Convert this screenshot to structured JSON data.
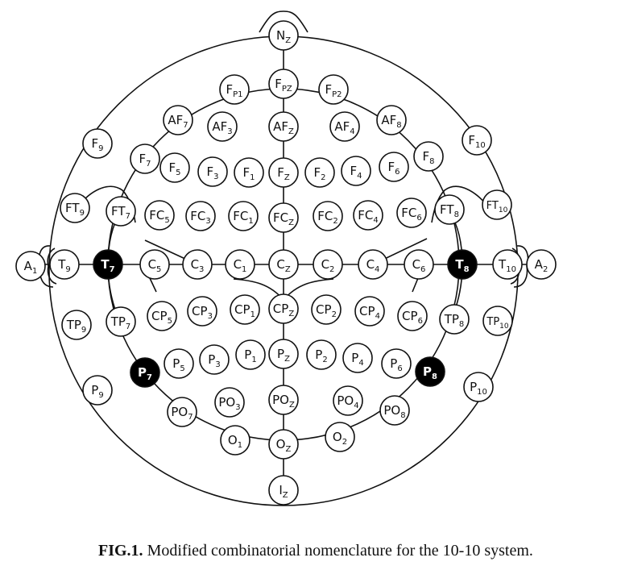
{
  "caption": {
    "fig_label": "FIG.1.",
    "text": "Modified combinatorial nomenclature for the 10-10 system."
  },
  "colors": {
    "highlight_fill": "#000000",
    "line": "#111111",
    "background": "#ffffff"
  },
  "electrodes": [
    {
      "id": "Nz",
      "base": "N",
      "sub": "Z"
    },
    {
      "id": "Fpz",
      "base": "F",
      "sub": "PZ"
    },
    {
      "id": "Fp1",
      "base": "F",
      "sub": "P1"
    },
    {
      "id": "Fp2",
      "base": "F",
      "sub": "P2"
    },
    {
      "id": "AF7",
      "base": "AF",
      "sub": "7"
    },
    {
      "id": "AF3",
      "base": "AF",
      "sub": "3"
    },
    {
      "id": "AFz",
      "base": "AF",
      "sub": "Z"
    },
    {
      "id": "AF4",
      "base": "AF",
      "sub": "4"
    },
    {
      "id": "AF8",
      "base": "AF",
      "sub": "8"
    },
    {
      "id": "F9",
      "base": "F",
      "sub": "9"
    },
    {
      "id": "F10",
      "base": "F",
      "sub": "10"
    },
    {
      "id": "F7",
      "base": "F",
      "sub": "7"
    },
    {
      "id": "F5",
      "base": "F",
      "sub": "5"
    },
    {
      "id": "F3",
      "base": "F",
      "sub": "3"
    },
    {
      "id": "F1",
      "base": "F",
      "sub": "1"
    },
    {
      "id": "Fz",
      "base": "F",
      "sub": "Z"
    },
    {
      "id": "F2",
      "base": "F",
      "sub": "2"
    },
    {
      "id": "F4",
      "base": "F",
      "sub": "4"
    },
    {
      "id": "F6",
      "base": "F",
      "sub": "6"
    },
    {
      "id": "F8",
      "base": "F",
      "sub": "8"
    },
    {
      "id": "FT9",
      "base": "FT",
      "sub": "9"
    },
    {
      "id": "FT7",
      "base": "FT",
      "sub": "7"
    },
    {
      "id": "FC5",
      "base": "FC",
      "sub": "5"
    },
    {
      "id": "FC3",
      "base": "FC",
      "sub": "3"
    },
    {
      "id": "FC1",
      "base": "FC",
      "sub": "1"
    },
    {
      "id": "FCz",
      "base": "FC",
      "sub": "Z"
    },
    {
      "id": "FC2",
      "base": "FC",
      "sub": "2"
    },
    {
      "id": "FC4",
      "base": "FC",
      "sub": "4"
    },
    {
      "id": "FC6",
      "base": "FC",
      "sub": "6"
    },
    {
      "id": "FT8",
      "base": "FT",
      "sub": "8"
    },
    {
      "id": "FT10",
      "base": "FT",
      "sub": "10"
    },
    {
      "id": "A1",
      "base": "A",
      "sub": "1"
    },
    {
      "id": "T9",
      "base": "T",
      "sub": "9"
    },
    {
      "id": "T7",
      "base": "T",
      "sub": "7",
      "highlight": true
    },
    {
      "id": "C5",
      "base": "C",
      "sub": "5"
    },
    {
      "id": "C3",
      "base": "C",
      "sub": "3"
    },
    {
      "id": "C1",
      "base": "C",
      "sub": "1"
    },
    {
      "id": "Cz",
      "base": "C",
      "sub": "Z"
    },
    {
      "id": "C2",
      "base": "C",
      "sub": "2"
    },
    {
      "id": "C4",
      "base": "C",
      "sub": "4"
    },
    {
      "id": "C6",
      "base": "C",
      "sub": "6"
    },
    {
      "id": "T8",
      "base": "T",
      "sub": "8",
      "highlight": true
    },
    {
      "id": "T10",
      "base": "T",
      "sub": "10"
    },
    {
      "id": "A2",
      "base": "A",
      "sub": "2"
    },
    {
      "id": "TP9",
      "base": "TP",
      "sub": "9"
    },
    {
      "id": "TP7",
      "base": "TP",
      "sub": "7"
    },
    {
      "id": "CP5",
      "base": "CP",
      "sub": "5"
    },
    {
      "id": "CP3",
      "base": "CP",
      "sub": "3"
    },
    {
      "id": "CP1",
      "base": "CP",
      "sub": "1"
    },
    {
      "id": "CPz",
      "base": "CP",
      "sub": "Z"
    },
    {
      "id": "CP2",
      "base": "CP",
      "sub": "2"
    },
    {
      "id": "CP4",
      "base": "CP",
      "sub": "4"
    },
    {
      "id": "CP6",
      "base": "CP",
      "sub": "6"
    },
    {
      "id": "TP8",
      "base": "TP",
      "sub": "8"
    },
    {
      "id": "TP10",
      "base": "TP",
      "sub": "10"
    },
    {
      "id": "P9",
      "base": "P",
      "sub": "9"
    },
    {
      "id": "P7",
      "base": "P",
      "sub": "7",
      "highlight": true
    },
    {
      "id": "P5",
      "base": "P",
      "sub": "5"
    },
    {
      "id": "P3",
      "base": "P",
      "sub": "3"
    },
    {
      "id": "P1",
      "base": "P",
      "sub": "1"
    },
    {
      "id": "Pz",
      "base": "P",
      "sub": "Z"
    },
    {
      "id": "P2",
      "base": "P",
      "sub": "2"
    },
    {
      "id": "P4",
      "base": "P",
      "sub": "4"
    },
    {
      "id": "P6",
      "base": "P",
      "sub": "6"
    },
    {
      "id": "P8",
      "base": "P",
      "sub": "8",
      "highlight": true
    },
    {
      "id": "P10",
      "base": "P",
      "sub": "10"
    },
    {
      "id": "PO7",
      "base": "PO",
      "sub": "7"
    },
    {
      "id": "PO3",
      "base": "PO",
      "sub": "3"
    },
    {
      "id": "POz",
      "base": "PO",
      "sub": "Z"
    },
    {
      "id": "PO4",
      "base": "PO",
      "sub": "4"
    },
    {
      "id": "PO8",
      "base": "PO",
      "sub": "8"
    },
    {
      "id": "O1",
      "base": "O",
      "sub": "1"
    },
    {
      "id": "Oz",
      "base": "O",
      "sub": "Z"
    },
    {
      "id": "O2",
      "base": "O",
      "sub": "2"
    },
    {
      "id": "Iz",
      "base": "I",
      "sub": "Z"
    }
  ]
}
